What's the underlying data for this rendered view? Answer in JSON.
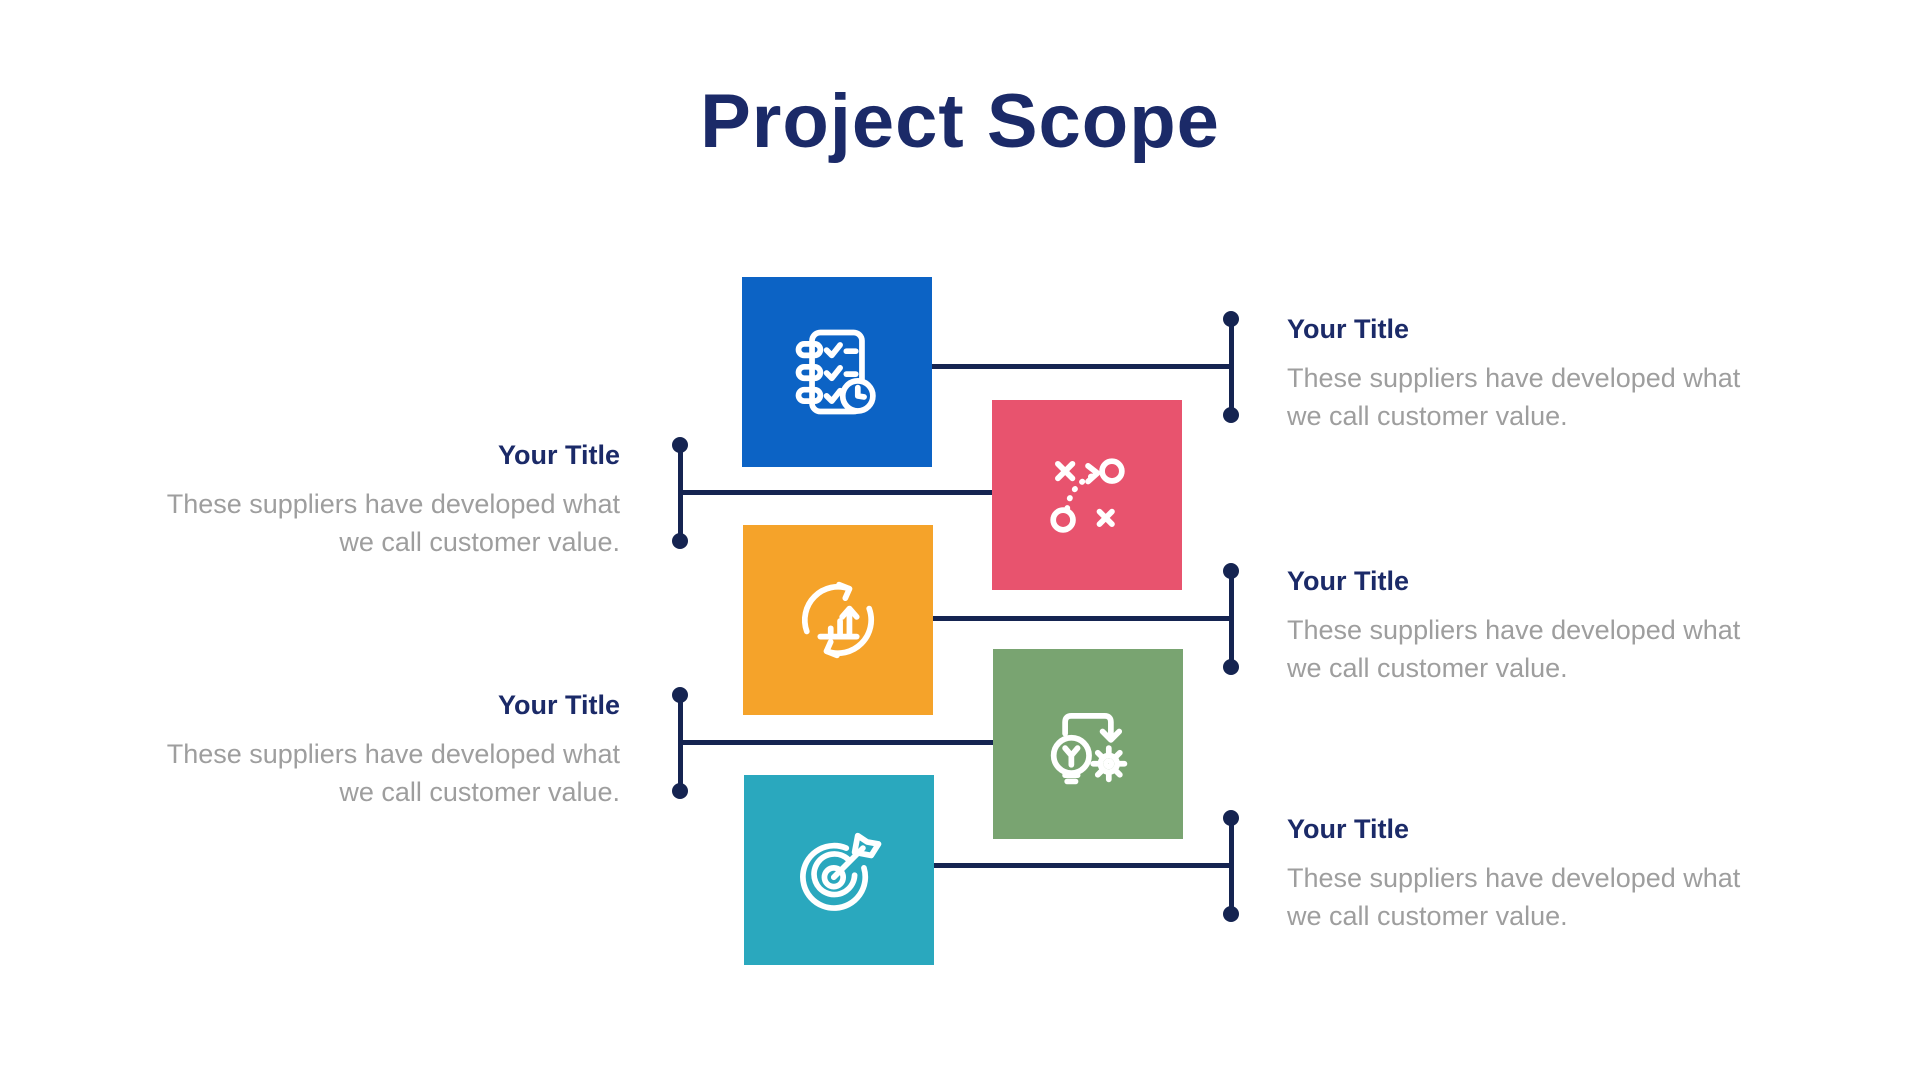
{
  "slide": {
    "title": "Project Scope"
  },
  "colors": {
    "background": "#FFFFFF",
    "title_navy": "#1B2A68",
    "connector_navy": "#152451",
    "body_gray": "#9E9E9E",
    "step_blue": "#0C63C5",
    "step_pink": "#E8536E",
    "step_orange": "#F5A32A",
    "step_green": "#79A471",
    "step_teal": "#2AA8BE"
  },
  "items": [
    {
      "icon": "checklist-clock-icon",
      "color_key": "step_blue",
      "side": "right",
      "title": "Your Title",
      "description_lines": [
        "These suppliers have developed what",
        "we call customer value."
      ]
    },
    {
      "icon": "strategy-plan-icon",
      "color_key": "step_pink",
      "side": "left",
      "title": "Your Title",
      "description_lines": [
        "These suppliers have developed what",
        "we call customer value."
      ]
    },
    {
      "icon": "growth-cycle-icon",
      "color_key": "step_orange",
      "side": "right",
      "title": "Your Title",
      "description_lines": [
        "These suppliers have developed what",
        "we call customer value."
      ]
    },
    {
      "icon": "idea-implementation-icon",
      "color_key": "step_green",
      "side": "left",
      "title": "Your Title",
      "description_lines": [
        "These suppliers have developed what",
        "we call customer value."
      ]
    },
    {
      "icon": "target-goal-icon",
      "color_key": "step_teal",
      "side": "right",
      "title": "Your Title",
      "description_lines": [
        "These suppliers have developed what",
        "we call customer value."
      ]
    }
  ]
}
